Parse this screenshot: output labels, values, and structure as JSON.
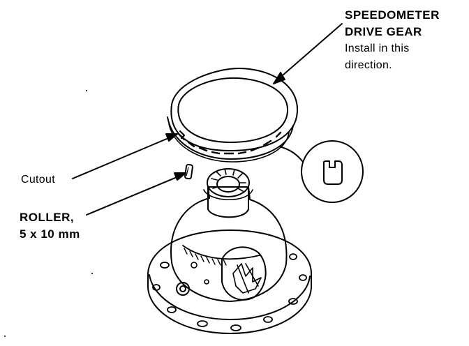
{
  "labels": {
    "gear_title_line1": "SPEEDOMETER",
    "gear_title_line2": "DRIVE GEAR",
    "gear_note_line1": "Install in this",
    "gear_note_line2": "direction.",
    "cutout": "Cutout",
    "roller_line1": "ROLLER,",
    "roller_line2": "5 x 10 mm"
  },
  "colors": {
    "ink": "#000000",
    "paper": "#ffffff"
  },
  "icons": {
    "detail_magnifier": "cutout-detail-icon"
  }
}
